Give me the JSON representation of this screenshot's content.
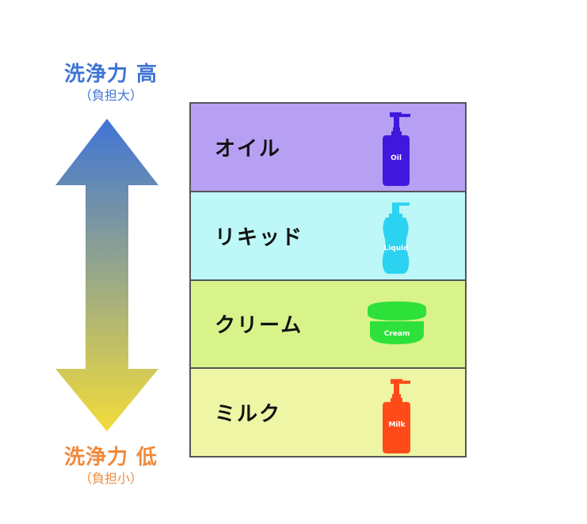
{
  "top_label": {
    "main": "洗浄力 高",
    "sub": "（負担大）",
    "color": "#3f74d6"
  },
  "bottom_label": {
    "main": "洗浄力 低",
    "sub": "（負担小）",
    "color": "#ef8a3c"
  },
  "arrow": {
    "color_top": "#3f74d6",
    "color_bottom": "#f2dc3a",
    "icon": "double-vertical-arrow-icon"
  },
  "rows": [
    {
      "label": "オイル",
      "bg": "#b7a0f4",
      "product_text": "Oil",
      "product_color": "#3f17dd",
      "icon": "pump-bottle-icon"
    },
    {
      "label": "リキッド",
      "bg": "#bdf7f7",
      "product_text": "Liquid",
      "product_color": "#2cd3f0",
      "icon": "pump-bottle-icon"
    },
    {
      "label": "クリーム",
      "bg": "#d7f38a",
      "product_text": "Cream",
      "product_color": "#2ee13a",
      "icon": "cream-jar-icon"
    },
    {
      "label": "ミルク",
      "bg": "#eef5a5",
      "product_text": "Milk",
      "product_color": "#ff4b1a",
      "icon": "pump-bottle-icon"
    }
  ]
}
